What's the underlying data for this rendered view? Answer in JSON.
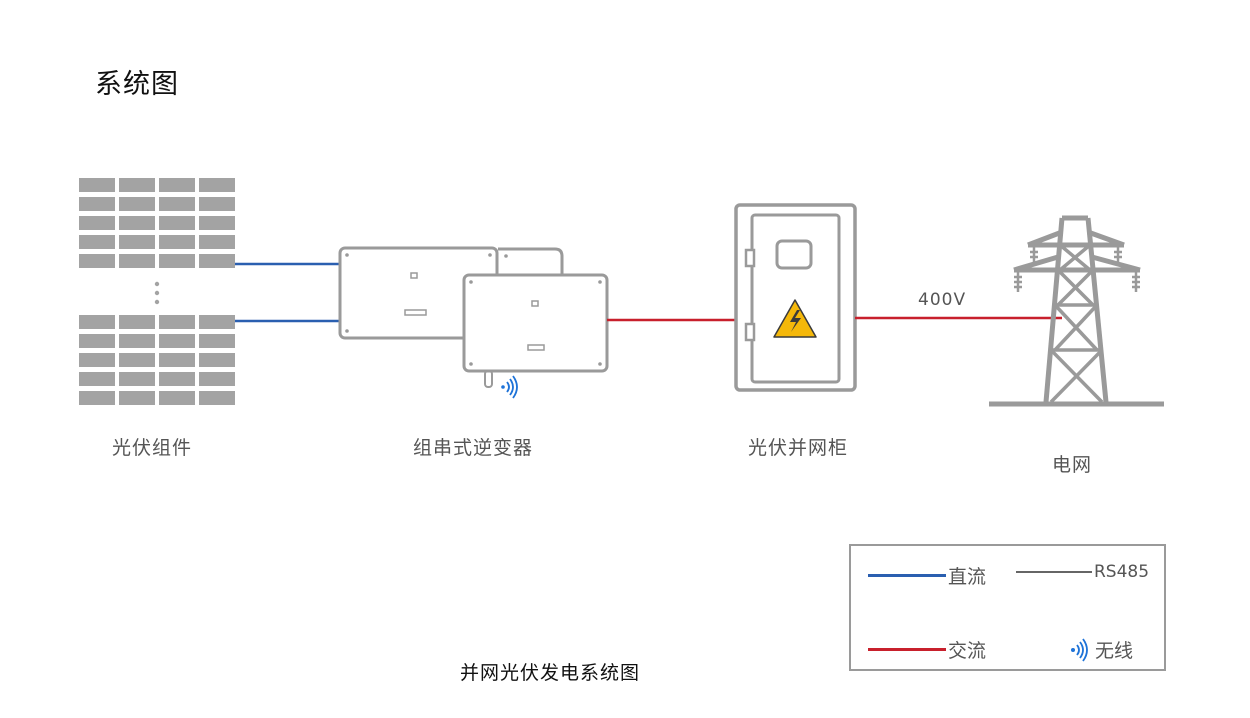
{
  "page_title": "系统图",
  "caption": "并网光伏发电系统图",
  "components": {
    "pv_modules": "光伏组件",
    "inverter": "组串式逆变器",
    "cabinet": "光伏并网柜",
    "grid": "电网"
  },
  "voltage_label": "400V",
  "legend": {
    "dc": "直流",
    "ac": "交流",
    "rs485": "RS485",
    "wireless": "无线"
  },
  "colors": {
    "dc_line": "#2a5fb0",
    "ac_line": "#c8202c",
    "rs485_line": "#666666",
    "wireless_icon": "#1e73d8",
    "equipment": "#9a9a9a",
    "warning_fill": "#f5b80a"
  },
  "icons": {
    "wireless": "wireless-signal-icon",
    "warning": "high-voltage-warning-icon"
  }
}
